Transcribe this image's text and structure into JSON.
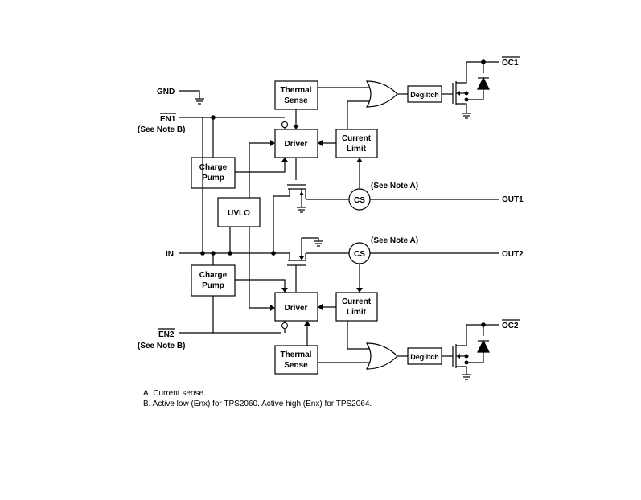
{
  "pins": {
    "gnd": "GND",
    "en1": "EN1",
    "en1_note": "(See Note B)",
    "in": "IN",
    "en2": "EN2",
    "en2_note": "(See Note B)",
    "out1": "OUT1",
    "out2": "OUT2",
    "oc1": "OC1",
    "oc2": "OC2"
  },
  "blocks": {
    "thermal_sense_1": [
      "Thermal",
      "Sense"
    ],
    "driver_1": "Driver",
    "current_limit_1": [
      "Current",
      "Limit"
    ],
    "deglitch_1": "Deglitch",
    "charge_pump_1": [
      "Charge",
      "Pump"
    ],
    "uvlo": "UVLO",
    "cs_1": "CS",
    "cs_note_1": "(See Note A)",
    "charge_pump_2": [
      "Charge",
      "Pump"
    ],
    "driver_2": "Driver",
    "current_limit_2": [
      "Current",
      "Limit"
    ],
    "cs_2": "CS",
    "cs_note_2": "(See Note A)",
    "thermal_sense_2": [
      "Thermal",
      "Sense"
    ],
    "deglitch_2": "Deglitch"
  },
  "notes": [
    "A. Current sense.",
    "B. Active low (Enx) for TPS2060. Active high (Enx) for TPS2064."
  ]
}
